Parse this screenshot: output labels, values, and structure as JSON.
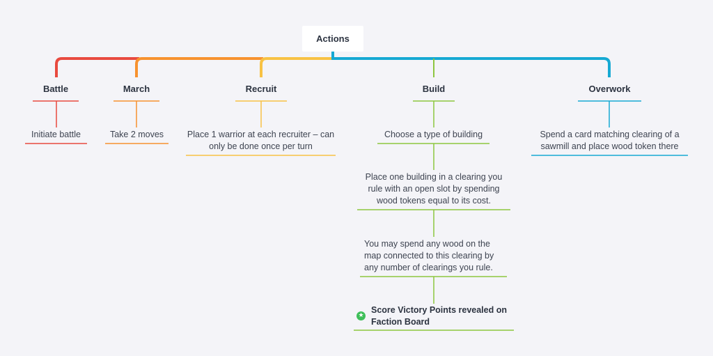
{
  "root": {
    "label": "Actions"
  },
  "colors": {
    "red": "#e84a3f",
    "orange": "#f7922f",
    "yellow": "#f8c244",
    "green": "#8dc63f",
    "blue": "#16a9d3",
    "star": "#3fbf5a"
  },
  "branches": [
    {
      "label": "Battle",
      "color": "red",
      "children": [
        "Initiate battle"
      ]
    },
    {
      "label": "March",
      "color": "orange",
      "children": [
        "Take 2 moves"
      ]
    },
    {
      "label": "Recruit",
      "color": "yellow",
      "children": [
        "Place 1 warrior at each recruiter – can only be done once per turn"
      ]
    },
    {
      "label": "Build",
      "color": "green",
      "children": [
        "Choose a type of building",
        "Place one building in a clearing you rule with an open slot by spending wood tokens equal to its cost.",
        "You may spend any wood on the map connected to this clearing by any number of clearings you rule.",
        "Score Victory Points revealed on Faction Board"
      ]
    },
    {
      "label": "Overwork",
      "color": "blue",
      "children": [
        "Spend a card matching clearing of a sawmill and place wood token there"
      ]
    }
  ],
  "icons": {
    "victory_marker": "star-icon"
  }
}
